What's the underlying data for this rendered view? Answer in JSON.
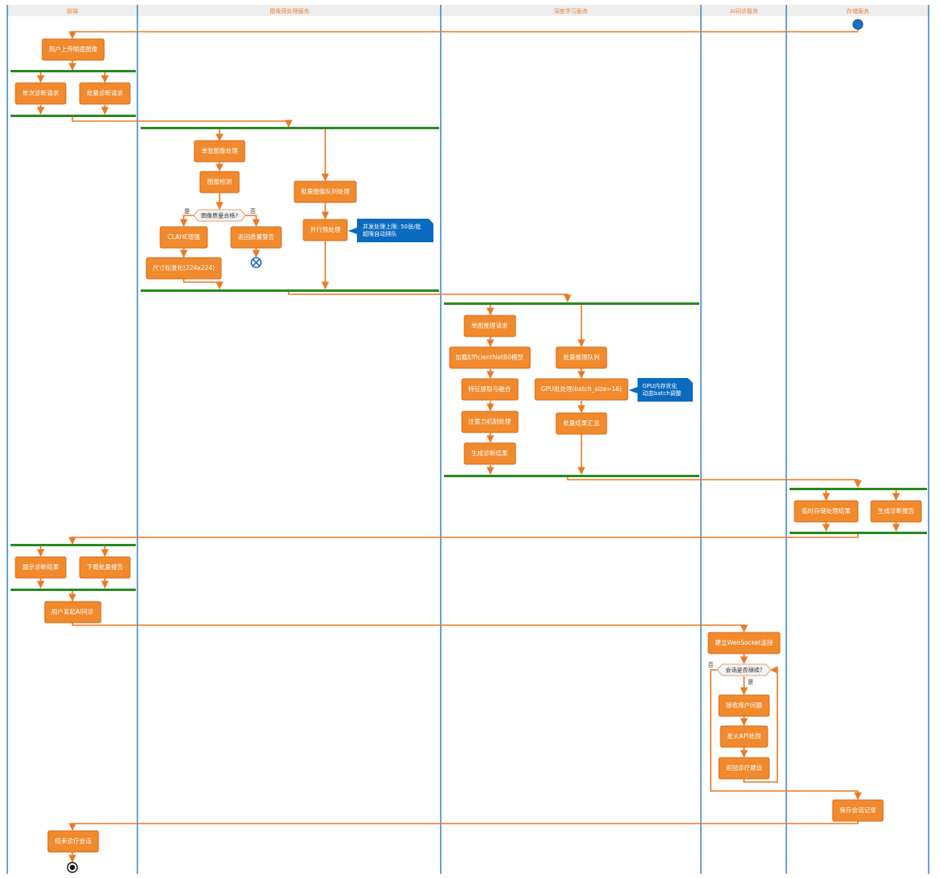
{
  "colors": {
    "activity": "#f08a2c",
    "flow": "#ec7a26",
    "fork_bar": "#2a8a1e",
    "lane_border": "#2b7bc4",
    "note": "#0a6bbf",
    "start": "#1f6fbf"
  },
  "lanes": [
    {
      "id": "frontend",
      "title": "前端"
    },
    {
      "id": "preprocess",
      "title": "图像预处理服务"
    },
    {
      "id": "dl",
      "title": "深度学习服务"
    },
    {
      "id": "ai",
      "title": "AI问诊服务"
    },
    {
      "id": "storage",
      "title": "存储服务"
    }
  ],
  "activities": {
    "upload": "用户上传眼底图像",
    "single_req": "单次诊断请求",
    "batch_req": "批量诊断请求",
    "single_img": "单张图像处理",
    "quality_check": "图像检测",
    "batch_queue": "批量图像队列处理",
    "parallel": "并行预处理",
    "clahe": "CLAHE增强",
    "warn": "返回质量警告",
    "resize": "尺寸标准化(224x224)",
    "single_infer": "单图推理请求",
    "load_model": "加载EfficientNetB0模型",
    "batch_infer_queue": "批量推理队列",
    "feature": "特征提取与融合",
    "gpu_batch": "GPU批处理(batch_size=16)",
    "attention": "注意力机制处理",
    "batch_summary": "批量结果汇总",
    "gen_result": "生成诊断结果",
    "temp_store": "临时存储处理结果",
    "gen_report": "生成诊断报告",
    "show_result": "展示诊断结果",
    "download": "下载批量报告",
    "start_ai": "用户发起AI问诊",
    "websocket": "建立WebSocket连接",
    "receive_q": "接收用户问题",
    "spark_api": "星火API处理",
    "return_advice": "返回诊疗建议",
    "save_session": "保存会话记录",
    "end_session": "结束诊疗会话"
  },
  "decisions": {
    "quality_ok": "图像质量合格?",
    "continue": "会话是否继续?"
  },
  "labels": {
    "yes": "是",
    "no": "否"
  },
  "notes": {
    "concurrency": [
      "并发处理上限: 50张/批",
      "超限自动排队"
    ],
    "gpu": [
      "GPU内存优化",
      "动态batch调整"
    ]
  }
}
